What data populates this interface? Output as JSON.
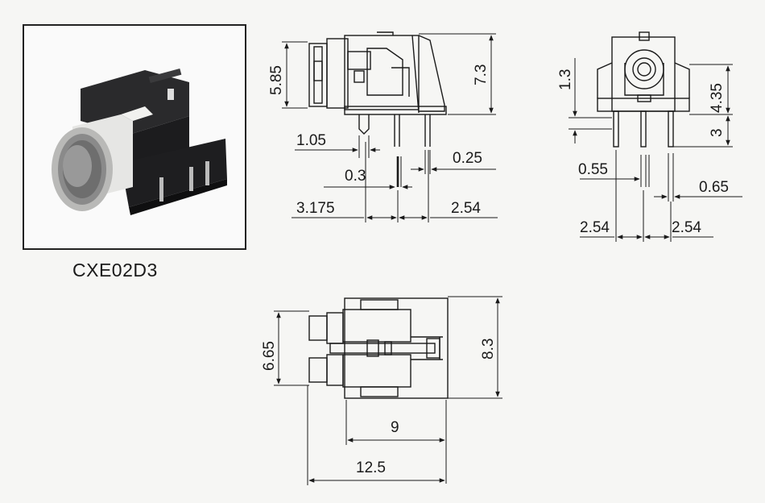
{
  "part_number": "CXE02D3",
  "colors": {
    "ink": "#1a1a1a",
    "body_black": "#1c1c1e",
    "insulator_white": "#e8e8e6",
    "background": "#f6f6f4"
  },
  "side_view": {
    "dimensions": {
      "height_front": "5.85",
      "height_total": "7.3",
      "pin_offset": "1.05",
      "pin_width": "0.3",
      "pin_thickness": "0.25",
      "pin_spacing_1": "3.175",
      "pin_spacing_2": "2.54"
    }
  },
  "front_view": {
    "dimensions": {
      "top_gap": "1.3",
      "body_height": "4.35",
      "pin_length": "3",
      "pin_width_left": "0.55",
      "pin_width_right": "0.65",
      "pitch_left": "2.54",
      "pitch_right": "2.54"
    }
  },
  "top_view": {
    "dimensions": {
      "inner_width": "6.65",
      "outer_width": "8.3",
      "body_length": "9",
      "total_length": "12.5"
    }
  }
}
